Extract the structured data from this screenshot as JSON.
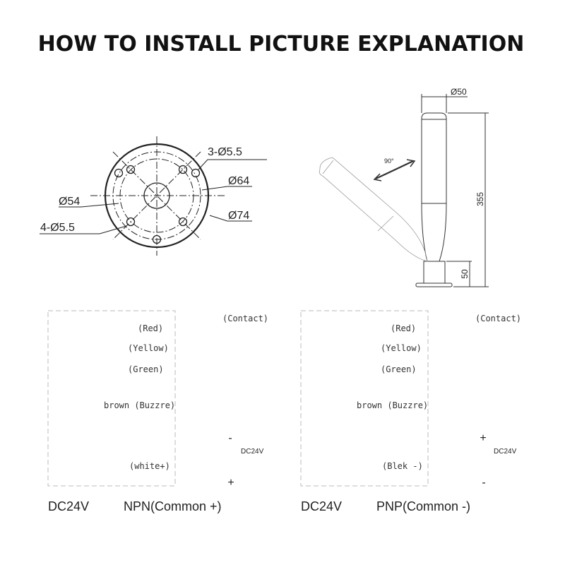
{
  "title": "HOW TO INSTALL PICTURE EXPLANATION",
  "base_drawing": {
    "labels": {
      "holes3": "3-Ø5.5",
      "d64": "Ø64",
      "d54": "Ø54",
      "d74": "Ø74",
      "holes4": "4-Ø5.5"
    }
  },
  "tower_drawing": {
    "labels": {
      "diameter": "Ø50",
      "height": "355",
      "base_height": "50",
      "angle": "90°"
    }
  },
  "wiring": [
    {
      "contact_label": "(Contact)",
      "wires": [
        {
          "label": "(Red)",
          "color": "#d9534f"
        },
        {
          "label": "(Yellow)",
          "color": "#d8dc5a"
        },
        {
          "label": "(Green)",
          "color": "#7cc04b"
        },
        {
          "label": "brown (Buzzre)",
          "color": "#a0524f"
        }
      ],
      "common_label": "(white+)",
      "supply_label": "DC24V",
      "top_sign": "-",
      "bottom_sign": "+",
      "voltage": "DC24V",
      "type_label": "NPN(Common +)"
    },
    {
      "contact_label": "(Contact)",
      "wires": [
        {
          "label": "(Red)",
          "color": "#d9534f"
        },
        {
          "label": "(Yellow)",
          "color": "#d8dc5a"
        },
        {
          "label": "(Green)",
          "color": "#7cc04b"
        },
        {
          "label": "brown (Buzzre)",
          "color": "#a0524f"
        }
      ],
      "common_label": "(Blek -)",
      "supply_label": "DC24V",
      "top_sign": "+",
      "bottom_sign": "-",
      "voltage": "DC24V",
      "type_label": "PNP(Common -)"
    }
  ]
}
